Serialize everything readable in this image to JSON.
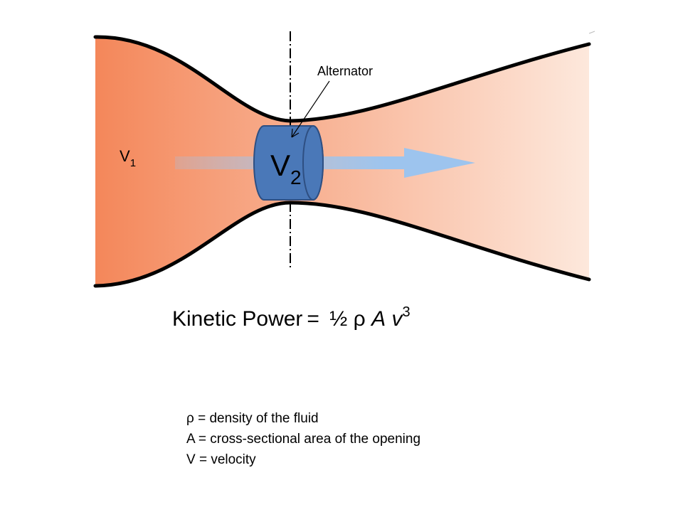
{
  "diagram": {
    "alternator_label": "Alternator",
    "v1_symbol": "V",
    "v1_subscript": "1",
    "v2_symbol": "V",
    "v2_subscript": "2",
    "colors": {
      "fluid_start": "#f4875a",
      "fluid_end": "#fde8dc",
      "outline": "#000000",
      "alternator_fill": "#4a78b8",
      "alternator_stroke": "#2e4f82",
      "flow_arrow": "#9dc4ee"
    }
  },
  "formula": {
    "lhs": "Kinetic Power",
    "equals": "=",
    "half": "½",
    "rho": "ρ",
    "area": "A",
    "velocity": "v",
    "exponent": "3"
  },
  "legend": [
    "ρ = density of the fluid",
    "A = cross-sectional area of the opening",
    "V = velocity"
  ]
}
